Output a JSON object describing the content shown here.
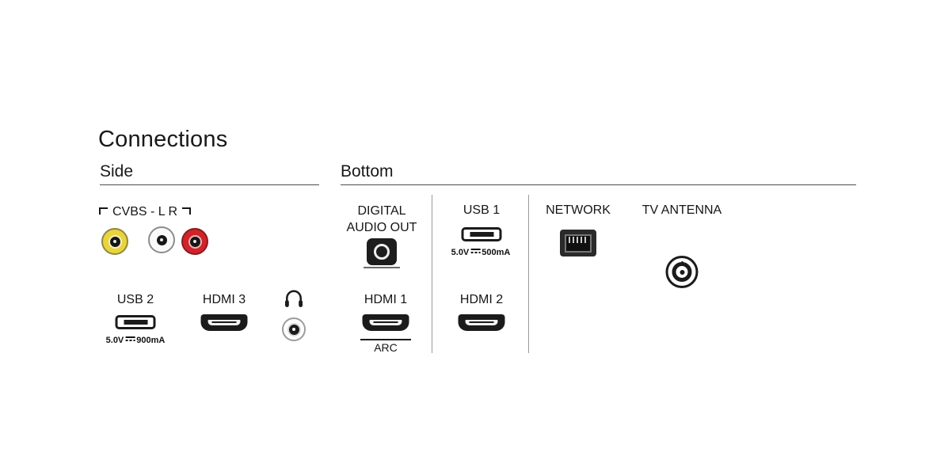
{
  "page": {
    "title": "Connections"
  },
  "sections": {
    "side": {
      "label": "Side"
    },
    "bottom": {
      "label": "Bottom"
    }
  },
  "side": {
    "cvbs": {
      "label": "CVBS - L R"
    },
    "usb2": {
      "label": "USB 2",
      "power_prefix": "5.0V",
      "power_suffix": "900mA"
    },
    "hdmi3": {
      "label": "HDMI 3"
    }
  },
  "bottom": {
    "digital_audio_out": {
      "label_line1": "DIGITAL",
      "label_line2": "AUDIO OUT"
    },
    "usb1": {
      "label": "USB 1",
      "power_prefix": "5.0V",
      "power_suffix": "500mA"
    },
    "network": {
      "label": "NETWORK"
    },
    "tv_antenna": {
      "label": "TV ANTENNA"
    },
    "hdmi1": {
      "label": "HDMI 1",
      "sublabel": "ARC"
    },
    "hdmi2": {
      "label": "HDMI 2"
    }
  },
  "colors": {
    "cvbs_video_yellow": "#e8d43e",
    "cvbs_audio_left_white": "#fafafa",
    "cvbs_audio_right_red": "#d1232a",
    "port_dark": "#1b1b1b",
    "text": "#1a1a1a"
  }
}
